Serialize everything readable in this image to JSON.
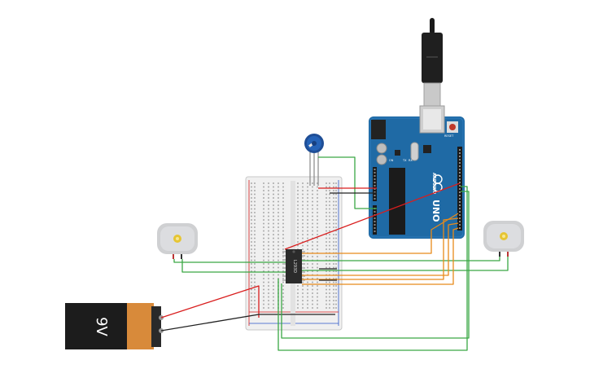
{
  "arduino": {
    "brand": "ARDUINO",
    "model": "UNO",
    "on_label": "ON",
    "tx_label": "TX",
    "rx_label": "RX",
    "reset_label": "RESET"
  },
  "battery": {
    "label": "9V"
  },
  "chip": {
    "label": "L293D"
  },
  "colors": {
    "wire_red": "#d91e1e",
    "wire_black": "#222222",
    "wire_green": "#3aa844",
    "wire_orange": "#e88a1a",
    "arduino_board": "#1f6aa5",
    "battery_copper": "#d88a3a",
    "battery_body": "#1c1c1c",
    "breadboard": "#f2f2f2"
  }
}
